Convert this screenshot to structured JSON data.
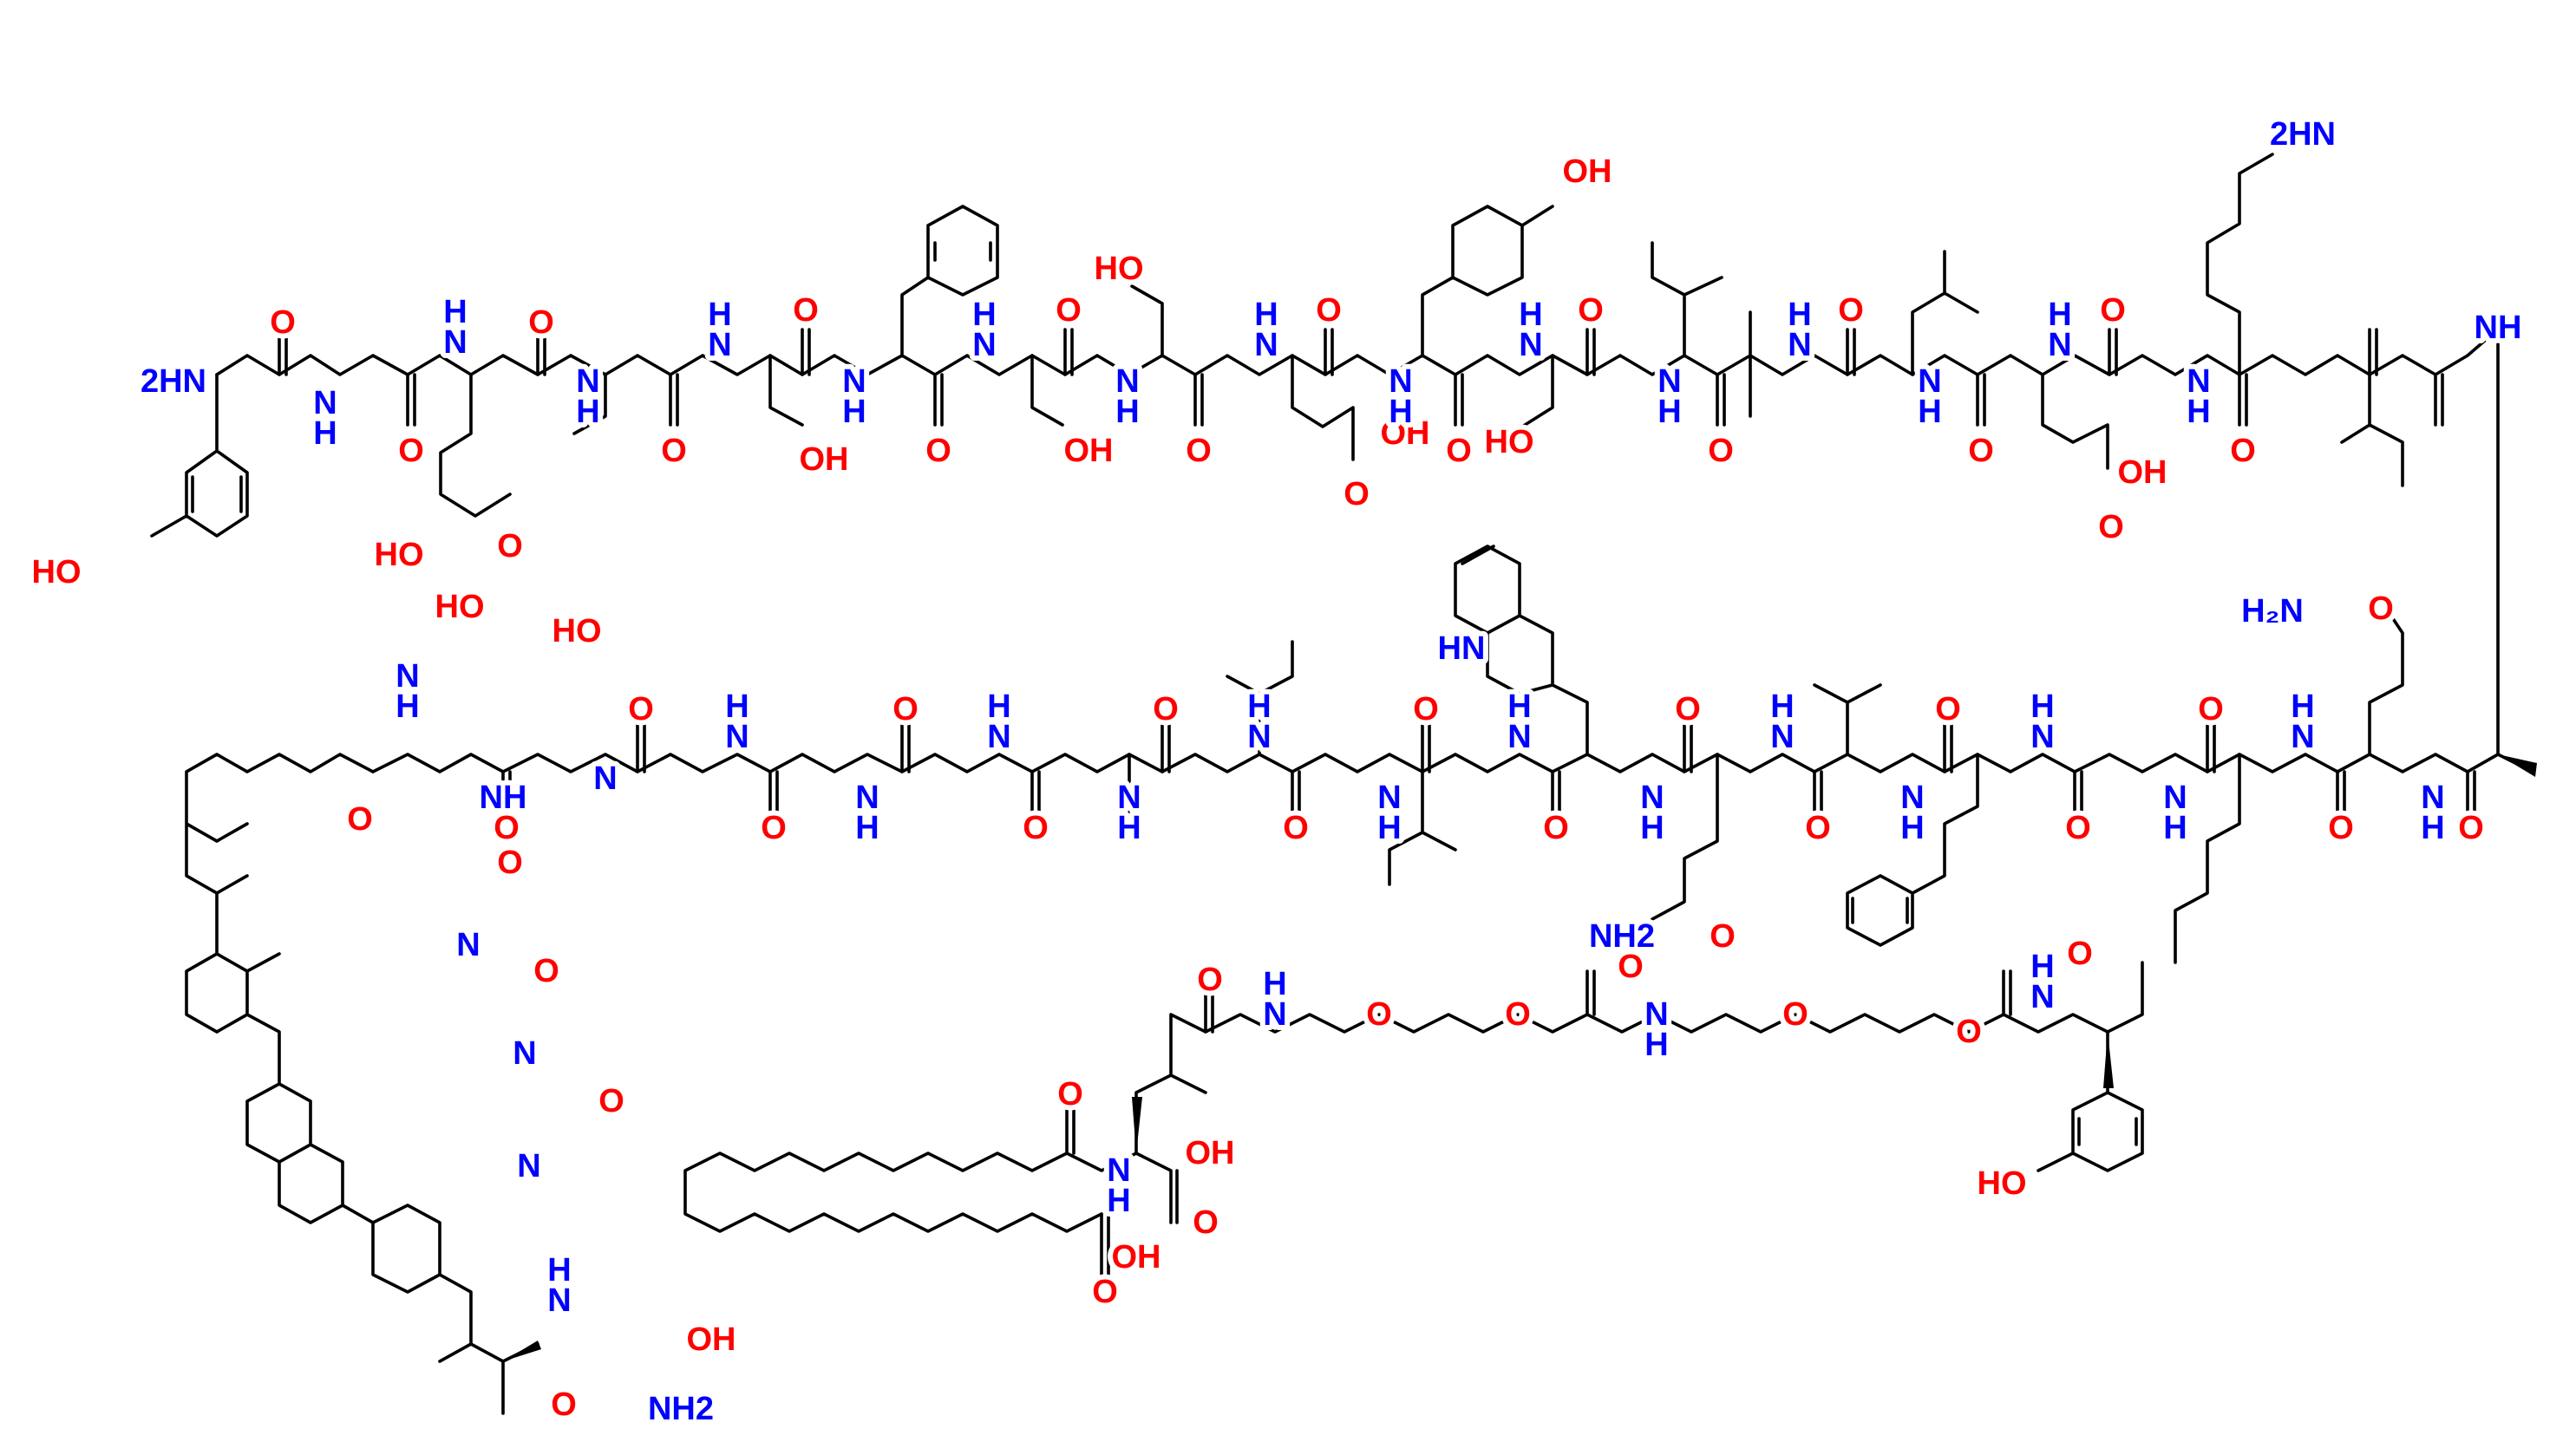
{
  "labels": {
    "nh2_nterm": "2HN",
    "nh_1": "N",
    "h_1": "H",
    "o_1": "O",
    "o_2": "O",
    "o_3": "O",
    "o_4": "O",
    "nh_2": "N",
    "h_2": "H",
    "nh_3": "N",
    "h_3": "H",
    "oh_glu": "HO",
    "o_glu": "O",
    "oh_tyr1": "HO",
    "o_5": "O",
    "nh_4": "N",
    "h_4": "H",
    "oh_thr1": "OH",
    "nh_5": "N",
    "h_5": "H",
    "o_6": "O",
    "nh_6": "N",
    "h_6": "H",
    "o_7": "O",
    "oh_thr2": "OH",
    "oh_ser1": "HO",
    "nh_7": "N",
    "h_7": "H",
    "o_8": "O",
    "nh_8": "N",
    "h_8": "H",
    "o_9": "O",
    "oh_asp1": "OH",
    "o_asp1": "O",
    "oh_tyr2": "OH",
    "nh_9": "N",
    "h_9": "H",
    "o_10": "O",
    "oh_ser2": "HO",
    "nh_10": "N",
    "h_10": "H",
    "o_11": "O",
    "nh_11": "N",
    "h_11": "H",
    "o_12": "O",
    "nh_12": "N",
    "h_12": "H",
    "o_13": "O",
    "nh_13": "N",
    "h_13": "H",
    "o_14": "O",
    "oh_asp2": "OH",
    "o_asp2": "O",
    "nh_14": "N",
    "h_14": "H",
    "o_15": "O",
    "nh2_lys": "2HN",
    "nh_15": "N",
    "h_15": "H",
    "o_16": "O",
    "nh_16": "NH",
    "nh2_gln1": "H₂N",
    "o_gln1": "O",
    "oh_ser3": "HO",
    "oh_ser4": "HO",
    "nh_17": "N",
    "h_17": "H",
    "o_18": "O",
    "nh_18": "N",
    "h_18": "H",
    "o_19": "O",
    "nh_19": "N",
    "h_19": "H",
    "o_20": "O",
    "n_pro1": "N",
    "o_21": "O",
    "nh_20": "N",
    "h_20": "H",
    "o_22": "O",
    "nh_21": "N",
    "h_21": "H",
    "o_23": "O",
    "nh_22": "N",
    "h_22": "H",
    "o_24": "O",
    "nh_23": "N",
    "h_23": "H",
    "o_25": "O",
    "nh_trp": "HN",
    "nh_24": "N",
    "h_24": "H",
    "o_26": "O",
    "nh_25": "N",
    "h_25": "H",
    "o_27": "O",
    "nh_26": "N",
    "h_26": "H",
    "o_28": "O",
    "nh_27": "N",
    "h_27": "H",
    "o_29": "O",
    "nh_28": "N",
    "h_28": "H",
    "o_30": "O",
    "nh_29": "N",
    "h_29": "H",
    "o_31": "O",
    "nh_30": "N",
    "h_30": "H",
    "o_32": "O",
    "o_gln2": "O",
    "nh2_gln2": "NH2",
    "nh_31": "NH",
    "o_33": "O",
    "o_34": "O",
    "nh_32": "N",
    "h_32": "H",
    "n_pro2": "N",
    "o_35": "O",
    "n_pro3": "N",
    "o_36": "O",
    "n_pro4": "N",
    "o_37": "O",
    "nh_33": "N",
    "h_33": "H",
    "oh_ser5": "OH",
    "o_38": "O",
    "nh2_cterm": "NH2",
    "o_39": "O",
    "nh_34": "N",
    "h_34": "H",
    "o_peg1": "O",
    "o_peg2": "O",
    "o_40": "O",
    "nh_35": "N",
    "h_35": "H",
    "o_peg3": "O",
    "o_peg4": "O",
    "o_41": "O",
    "nh_36": "N",
    "h_36": "H",
    "oh_tyr3": "HO",
    "o_42": "O",
    "nh_37": "N",
    "h_37": "H",
    "oh_glu2": "OH",
    "o_glu2": "O",
    "oh_fa": "OH",
    "o_fa": "O"
  },
  "colors": {
    "nitrogen": "#0000ff",
    "oxygen": "#ff0000",
    "bond": "#000000"
  }
}
